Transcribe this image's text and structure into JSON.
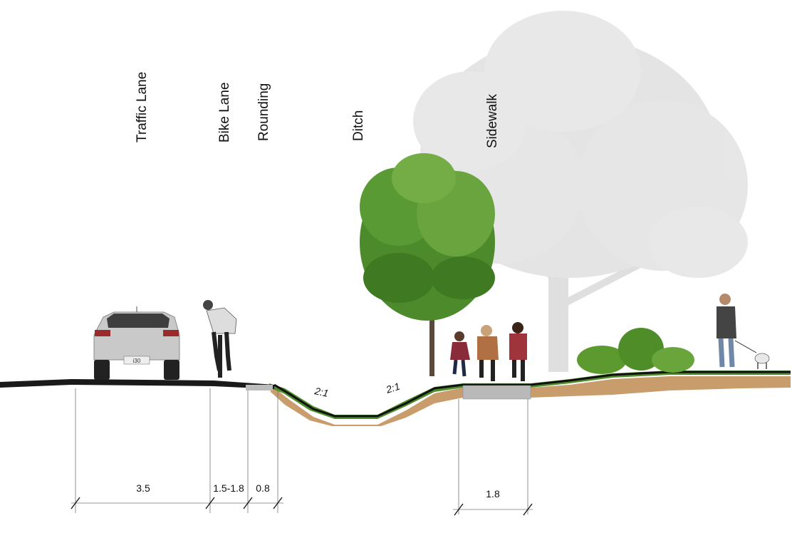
{
  "labels": {
    "traffic_lane": "Traffic Lane",
    "bike_lane": "Bike Lane",
    "rounding": "Rounding",
    "ditch": "Ditch",
    "sidewalk": "Sidewalk"
  },
  "dimensions": {
    "traffic_lane": "3.5",
    "bike_lane": "1.5-1.8",
    "rounding": "0.8",
    "sidewalk": "1.8"
  },
  "slopes": {
    "left": "2:1",
    "right": "2:1"
  },
  "car_badge": "i30",
  "colors": {
    "road": "#1a1a1a",
    "soil": "#c79a6a",
    "grass": "#4d8c2a",
    "tree_fg": "#4f8f2c",
    "tree_bg": "#d9d9d9",
    "paver": "#b8b8b8"
  }
}
